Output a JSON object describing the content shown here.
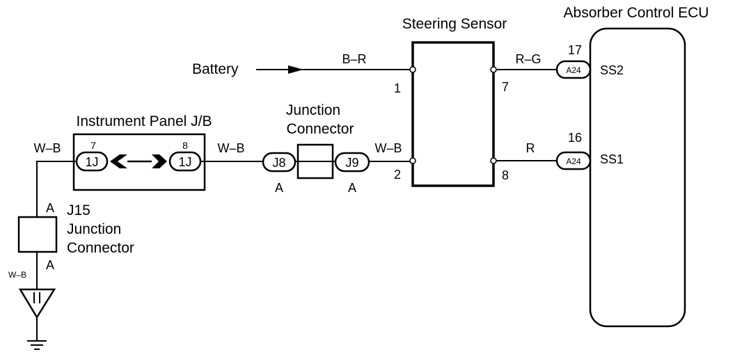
{
  "components": {
    "steering_sensor": {
      "title": "Steering Sensor",
      "pin1": "1",
      "pin2": "2",
      "pin7": "7",
      "pin8": "8"
    },
    "ecu": {
      "title": "Absorber Control ECU",
      "pin17": "17",
      "pin16": "16",
      "signal_ss2": "SS2",
      "signal_ss1": "SS1"
    },
    "battery": {
      "label": "Battery"
    },
    "instrument_panel_jb": {
      "title": "Instrument Panel J/B",
      "pin_left": "7",
      "pin_right": "8"
    },
    "junction_connector_top": {
      "title_line1": "Junction",
      "title_line2": "Connector"
    },
    "junction_connector_j15": {
      "code": "J15",
      "title_line1": "Junction",
      "title_line2": "Connector",
      "side_top": "A",
      "side_bottom": "A"
    }
  },
  "connectors": {
    "jb_left": "1J",
    "jb_right": "1J",
    "j8": "J8",
    "j9": "J9",
    "j8_side": "A",
    "j9_side": "A",
    "ecu_top": "A24",
    "ecu_bottom": "A24"
  },
  "wires": {
    "battery_wire": "B–R",
    "ss2_wire": "R–G",
    "ss1_wire": "R",
    "jb_to_j8": "W–B",
    "j9_to_sensor": "W–B",
    "ground_left": "W–B",
    "ground_small": "W–B"
  }
}
